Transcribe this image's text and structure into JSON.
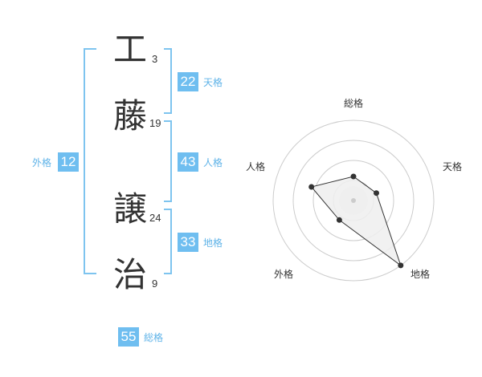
{
  "name": {
    "chars": [
      {
        "char": "工",
        "strokes": "3"
      },
      {
        "char": "藤",
        "strokes": "19"
      },
      {
        "char": "譲",
        "strokes": "24"
      },
      {
        "char": "治",
        "strokes": "9"
      }
    ]
  },
  "fortunes": {
    "tenkaku": {
      "value": "22",
      "label": "天格"
    },
    "jinkaku": {
      "value": "43",
      "label": "人格"
    },
    "chikaku": {
      "value": "33",
      "label": "地格"
    },
    "gaikaku": {
      "value": "12",
      "label": "外格"
    },
    "soukaku": {
      "value": "55",
      "label": "総格"
    }
  },
  "chart_data": {
    "type": "radar",
    "axes": [
      "総格",
      "天格",
      "地格",
      "外格",
      "人格"
    ],
    "values": [
      0.3,
      0.3,
      1.0,
      0.3,
      0.55
    ],
    "rings": 4,
    "max": 1,
    "colors": {
      "ring": "#cccccc",
      "fill": "#eeeeee",
      "line": "#333333",
      "point": "#333333",
      "center": "#cccccc"
    }
  }
}
